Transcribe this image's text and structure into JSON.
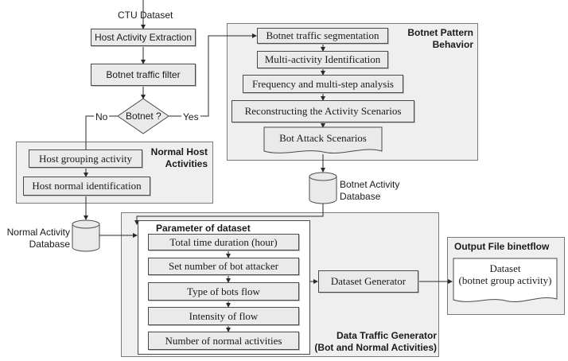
{
  "input": {
    "label": "CTU Dataset"
  },
  "main_flow": {
    "host_activity_extraction": "Host Activity Extraction",
    "botnet_traffic_filter": "Botnet traffic filter",
    "decision": {
      "label": "Botnet ?",
      "no": "No",
      "yes": "Yes"
    }
  },
  "botnet_pattern": {
    "title_line1": "Botnet Pattern",
    "title_line2": "Behavior",
    "steps": [
      "Botnet traffic segmentation",
      "Multi-activity Identification",
      "Frequency and multi-step analysis",
      "Reconstructing the Activity Scenarios"
    ],
    "output_doc": "Bot Attack Scenarios"
  },
  "normal_host": {
    "title_line1": "Normal Host",
    "title_line2": "Activities",
    "steps": [
      "Host grouping activity",
      "Host normal identification"
    ]
  },
  "databases": {
    "botnet_line1": "Botnet Activity",
    "botnet_line2": "Database",
    "normal_line1": "Normal Activity",
    "normal_line2": "Database"
  },
  "generator": {
    "title_line1": "Data Traffic Generator",
    "title_line2": "(Bot and Normal Activities)",
    "params_title": "Parameter of dataset",
    "params": [
      "Total time duration (hour)",
      "Set number of bot attacker",
      "Type of bots flow",
      "Intensity of flow",
      "Number of normal activities"
    ],
    "dataset_generator": "Dataset Generator"
  },
  "output": {
    "title": "Output File binetflow",
    "doc_line1": "Dataset",
    "doc_line2": "(botnet group activity)"
  }
}
